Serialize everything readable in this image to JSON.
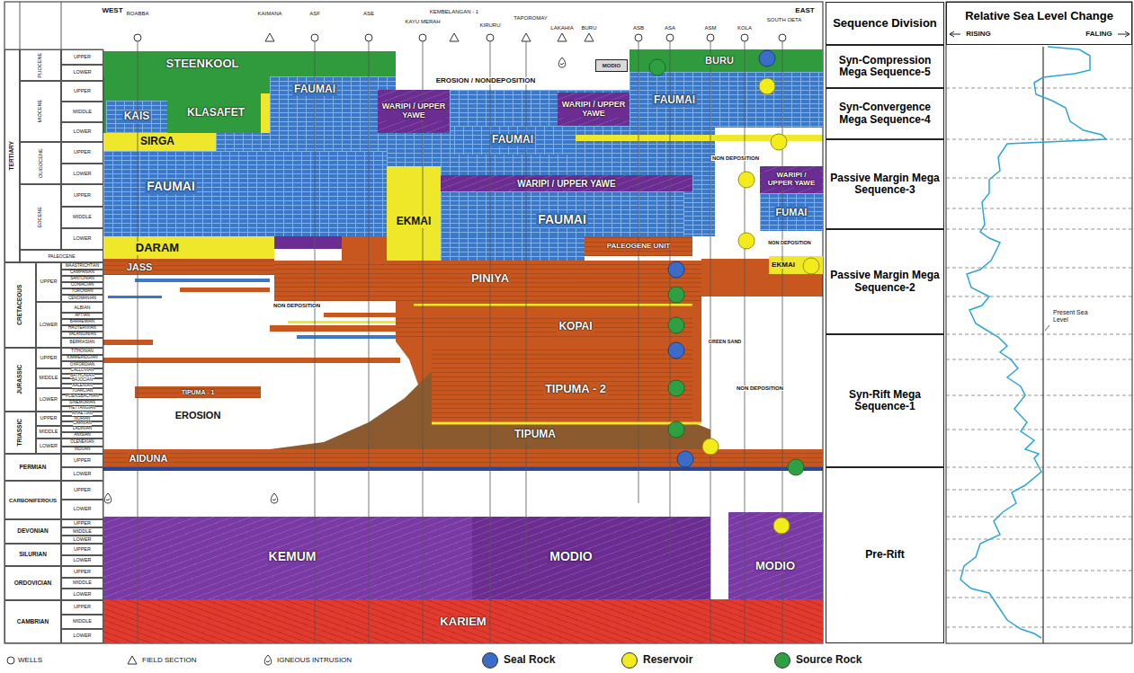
{
  "diagram": {
    "nodes": [
      {
        "text": [
          "Sequence Division"
        ]
      },
      {
        "text": [
          "Relative Sea Level Change"
        ]
      },
      {
        "text": [
          "Syn-Compression Mega Sequence-5"
        ]
      },
      {
        "text": [
          "Syn-Convergence Mega Sequence-4"
        ]
      },
      {
        "text": [
          "Passive Margin Mega Sequence-3"
        ]
      },
      {
        "text": [
          "Passive Margin Mega Sequence-2"
        ]
      },
      {
        "text": [
          "Syn-Rift Mega Sequence-1"
        ]
      },
      {
        "text": [
          "Pre-Rift"
        ]
      },
      {
        "text": [
          "STEENKOOL"
        ]
      },
      {
        "text": [
          "BURU"
        ]
      },
      {
        "text": [
          "MODIO"
        ]
      },
      {
        "text": [
          "KAIS"
        ]
      },
      {
        "text": [
          "KLASAFET"
        ]
      },
      {
        "text": [
          "FAUMAI"
        ]
      },
      {
        "text": [
          "WARIPI / UPPER YAWE"
        ]
      },
      {
        "text": [
          "WARIPI / UPPER YAWE"
        ]
      },
      {
        "text": [
          "FAUMAI"
        ]
      },
      {
        "text": [
          "SIRGA"
        ]
      },
      {
        "text": [
          "FAUMAI"
        ]
      },
      {
        "text": [
          "FAUMAI"
        ]
      },
      {
        "text": [
          "WARIPI / UPPER YAWE"
        ]
      },
      {
        "text": [
          "WARIPI / UPPER YAWE"
        ]
      },
      {
        "text": [
          "FUMAI"
        ]
      },
      {
        "text": [
          "EKMAI"
        ]
      },
      {
        "text": [
          "FAUMAI"
        ]
      },
      {
        "text": [
          "DARAM"
        ]
      },
      {
        "text": [
          "PALEOGENE UNIT"
        ]
      },
      {
        "text": [
          "EKMAI"
        ]
      },
      {
        "text": [
          "JASS"
        ]
      },
      {
        "text": [
          "PINIYA"
        ]
      },
      {
        "text": [
          "KOPAI"
        ]
      },
      {
        "text": [
          "TIPUMA - 1"
        ]
      },
      {
        "text": [
          "TIPUMA"
        ]
      },
      {
        "text": [
          "TIPUMA - 2"
        ]
      },
      {
        "text": [
          "AIDUNA"
        ]
      },
      {
        "text": [
          "KEMUM"
        ]
      },
      {
        "text": [
          "MODIO"
        ]
      },
      {
        "text": [
          "MODIO"
        ]
      },
      {
        "text": [
          "KARIEM"
        ]
      }
    ],
    "labels": [
      "WEST",
      "EAST",
      "ROABBA",
      "KAIMANA",
      "ASF",
      "ASE",
      "KAYU MERAH",
      "KEMBELANGAN - 1",
      "KIRURU",
      "TAPOROMAY",
      "LAKAHIA",
      "BURU",
      "ASB",
      "ASA",
      "ASM",
      "KOLA",
      "SOUTH OETA",
      "TERTIARY",
      "PLIOCENE",
      "UPPER",
      "LOWER",
      "MIOCENE",
      "UPPER",
      "MIDDLE",
      "LOWER",
      "OLIGOCENE",
      "UPPER",
      "LOWER",
      "EOCENE",
      "UPPER",
      "MIDDLE",
      "LOWER",
      "PALEOCENE",
      "CRETACEOUS",
      "UPPER",
      "MAASTRICHTIAN",
      "CAMPANIAN",
      "SANTONIAN",
      "CONIACIAN",
      "TURONIAN",
      "CENOMANIAN",
      "LOWER",
      "ALBIAN",
      "APTIAN",
      "BARREMIAN",
      "HAUTERIVIAN",
      "VALANGINIAN",
      "BERRIASIAN",
      "JURASSIC",
      "UPPER",
      "TITHONIAN",
      "KIMMERIDGIAN",
      "OXFORDIAN",
      "MIDDLE",
      "CALLOVIAN",
      "BATHONIAN",
      "BAJOCIAN",
      "AALENIAN",
      "LOWER",
      "TOARCIAN",
      "PLIENSBACHIAN",
      "SINEMURIAN",
      "HETTANGIAN",
      "TRIASSIC",
      "UPPER",
      "RHAETIAN",
      "NORIAN",
      "CARNIAN",
      "MIDDLE",
      "LADINIAN",
      "ANISIAN",
      "LOWER",
      "OLENEKIAN",
      "INDUAN",
      "PERMIAN",
      "UPPER",
      "LOWER",
      "CARBONIFEROUS",
      "UPPER",
      "LOWER",
      "DEVONIAN",
      "UPPER",
      "MIDDLE",
      "LOWER",
      "SILURIAN",
      "UPPER",
      "LOWER",
      "ORDOVICIAN",
      "UPPER",
      "MIDDLE",
      "LOWER",
      "CAMBRIAN",
      "UPPER",
      "MIDDLE",
      "LOWER",
      "EROSION / NONDEPOSITION",
      "NON DEPOSITION",
      "EROSION",
      "NON DEPOSITION",
      "NON DEPOSITION",
      "GREEN SAND",
      "NON DEPOSITION",
      "Present Sea Level",
      "RISING",
      "FALING"
    ],
    "legend": [
      {
        "text": "WELLS"
      },
      {
        "text": "FIELD SECTION"
      },
      {
        "text": "IGNEOUS INTRUSION"
      },
      {
        "text": "Seal Rock",
        "color": "#3a6cc8"
      },
      {
        "text": "Reservoir",
        "color": "#f2ec1c"
      },
      {
        "text": "Source Rock",
        "color": "#2ea043"
      }
    ]
  }
}
